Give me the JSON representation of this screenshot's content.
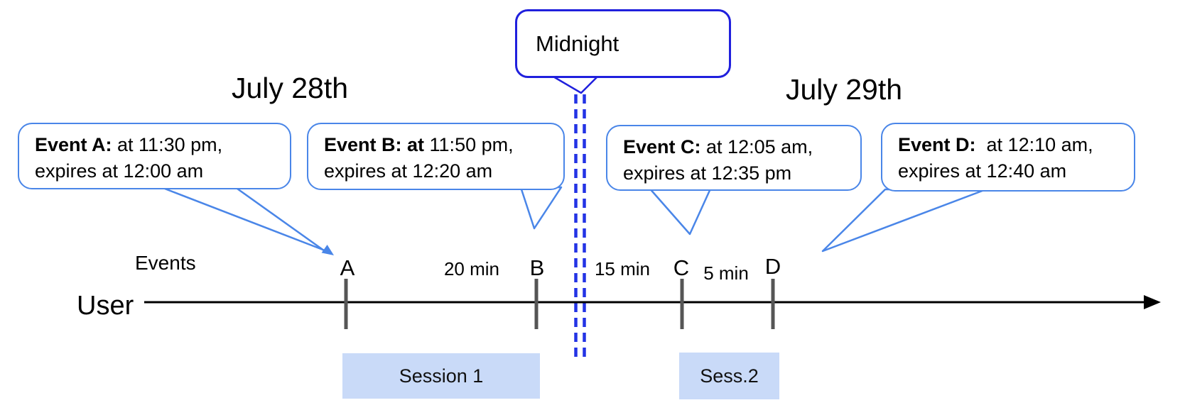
{
  "dates": {
    "left": "July 28th",
    "right": "July 29th"
  },
  "midnight_label": "Midnight",
  "axis_labels": {
    "events": "Events",
    "user": "User"
  },
  "bubbles": [
    {
      "bold": "Event A:",
      "rest": " at 11:30 pm,",
      "line2": "expires at 12:00 am"
    },
    {
      "bold": "Event B: at",
      "rest": " 11:50 pm,",
      "line2": "expires at 12:20 am"
    },
    {
      "bold": "Event C:",
      "rest": " at 12:05 am,",
      "line2": "expires at 12:35 pm"
    },
    {
      "bold": "Event D:",
      "rest": "  at 12:10 am,",
      "line2": "expires at 12:40 am"
    }
  ],
  "tick_labels": [
    "A",
    "B",
    "C",
    "D"
  ],
  "intervals": [
    "20 min",
    "15 min",
    "5 min"
  ],
  "sessions": [
    "Session 1",
    "Sess.2"
  ],
  "colors": {
    "bubble_border": "#4a86e8",
    "midnight_border": "#2020dd",
    "dashed_line": "#2333e5",
    "session_fill": "#c9daf8",
    "tick": "#555555",
    "axis": "#000000"
  }
}
